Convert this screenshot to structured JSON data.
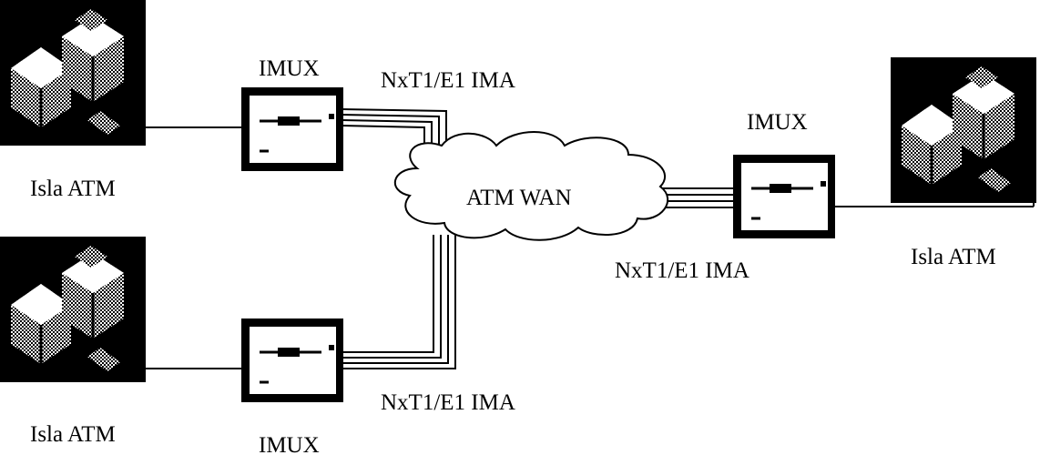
{
  "diagram": {
    "cloud_label": "ATM WAN",
    "sites": [
      {
        "label": "Isla ATM"
      },
      {
        "label": "Isla ATM"
      },
      {
        "label": "Isla ATM"
      }
    ],
    "imux": [
      {
        "label": "IMUX"
      },
      {
        "label": "IMUX"
      },
      {
        "label": "IMUX"
      }
    ],
    "links": [
      {
        "label": "NxT1/E1 IMA"
      },
      {
        "label": "NxT1/E1 IMA"
      },
      {
        "label": "NxT1/E1 IMA"
      }
    ]
  }
}
